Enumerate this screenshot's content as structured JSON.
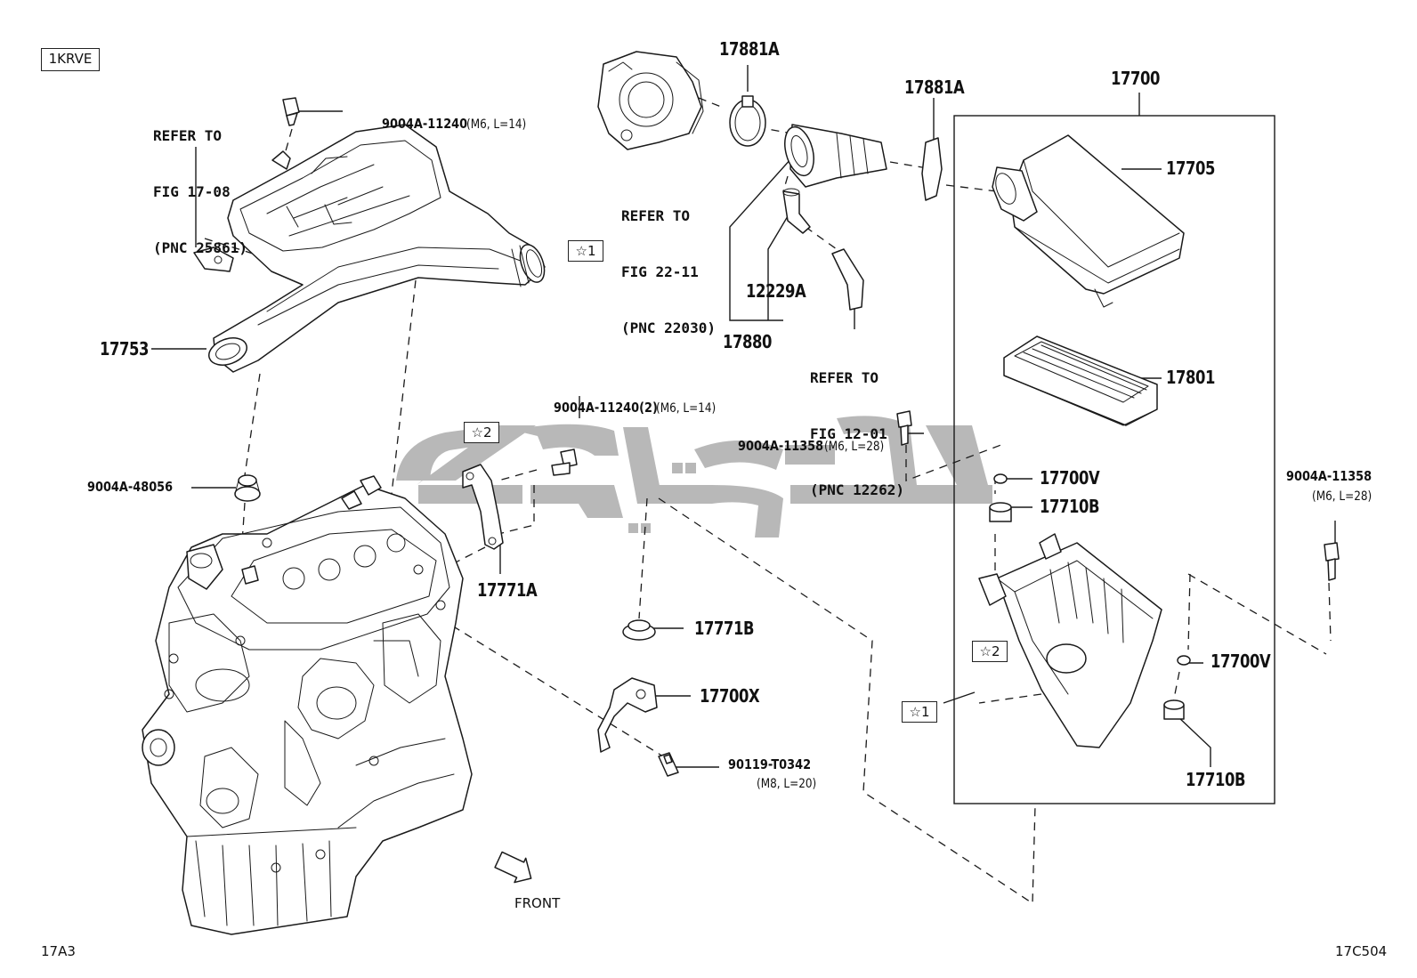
{
  "engine_code": "1KRVE",
  "sheet_left": "17A3",
  "sheet_right": "17C504",
  "front_label": "FRONT",
  "star1": "☆1",
  "star2": "☆2",
  "refs": {
    "resonator": [
      "REFER TO",
      "FIG 17-08",
      "(PNC 25861)"
    ],
    "throttle": [
      "REFER TO",
      "FIG 22-11",
      "(PNC 22030)"
    ],
    "hose": [
      "REFER TO",
      "FIG 12-01",
      "(PNC 12262)"
    ]
  },
  "parts": {
    "p17753": "17753",
    "p17881a_1": "17881A",
    "p17881a_2": "17881A",
    "p17700": "17700",
    "p17705": "17705",
    "p12229a": "12229A",
    "p17880": "17880",
    "p17801": "17801",
    "p17771a": "17771A",
    "p17771b": "17771B",
    "p17700x": "17700X",
    "p17700v_1": "17700V",
    "p17700v_2": "17700V",
    "p17710b_1": "17710B",
    "p17710b_2": "17710B"
  },
  "bolts": {
    "b1_code": "9004A-11240",
    "b1_spec": "(M6, L=14)",
    "b2_code": "9004A-11240(2)",
    "b2_spec": "(M6, L=14)",
    "b3_code": "9004A-11358",
    "b3_spec": "(M6, L=28)",
    "b4_code": "9004A-11358",
    "b4_spec": "(M6, L=28)",
    "b5_code": "90119-T0342",
    "b5_spec": "(M8, L=20)",
    "grommet_code": "9004A-48056"
  },
  "colors": {
    "line": "#1a1a1a",
    "watermark": "#b3b3b3"
  }
}
